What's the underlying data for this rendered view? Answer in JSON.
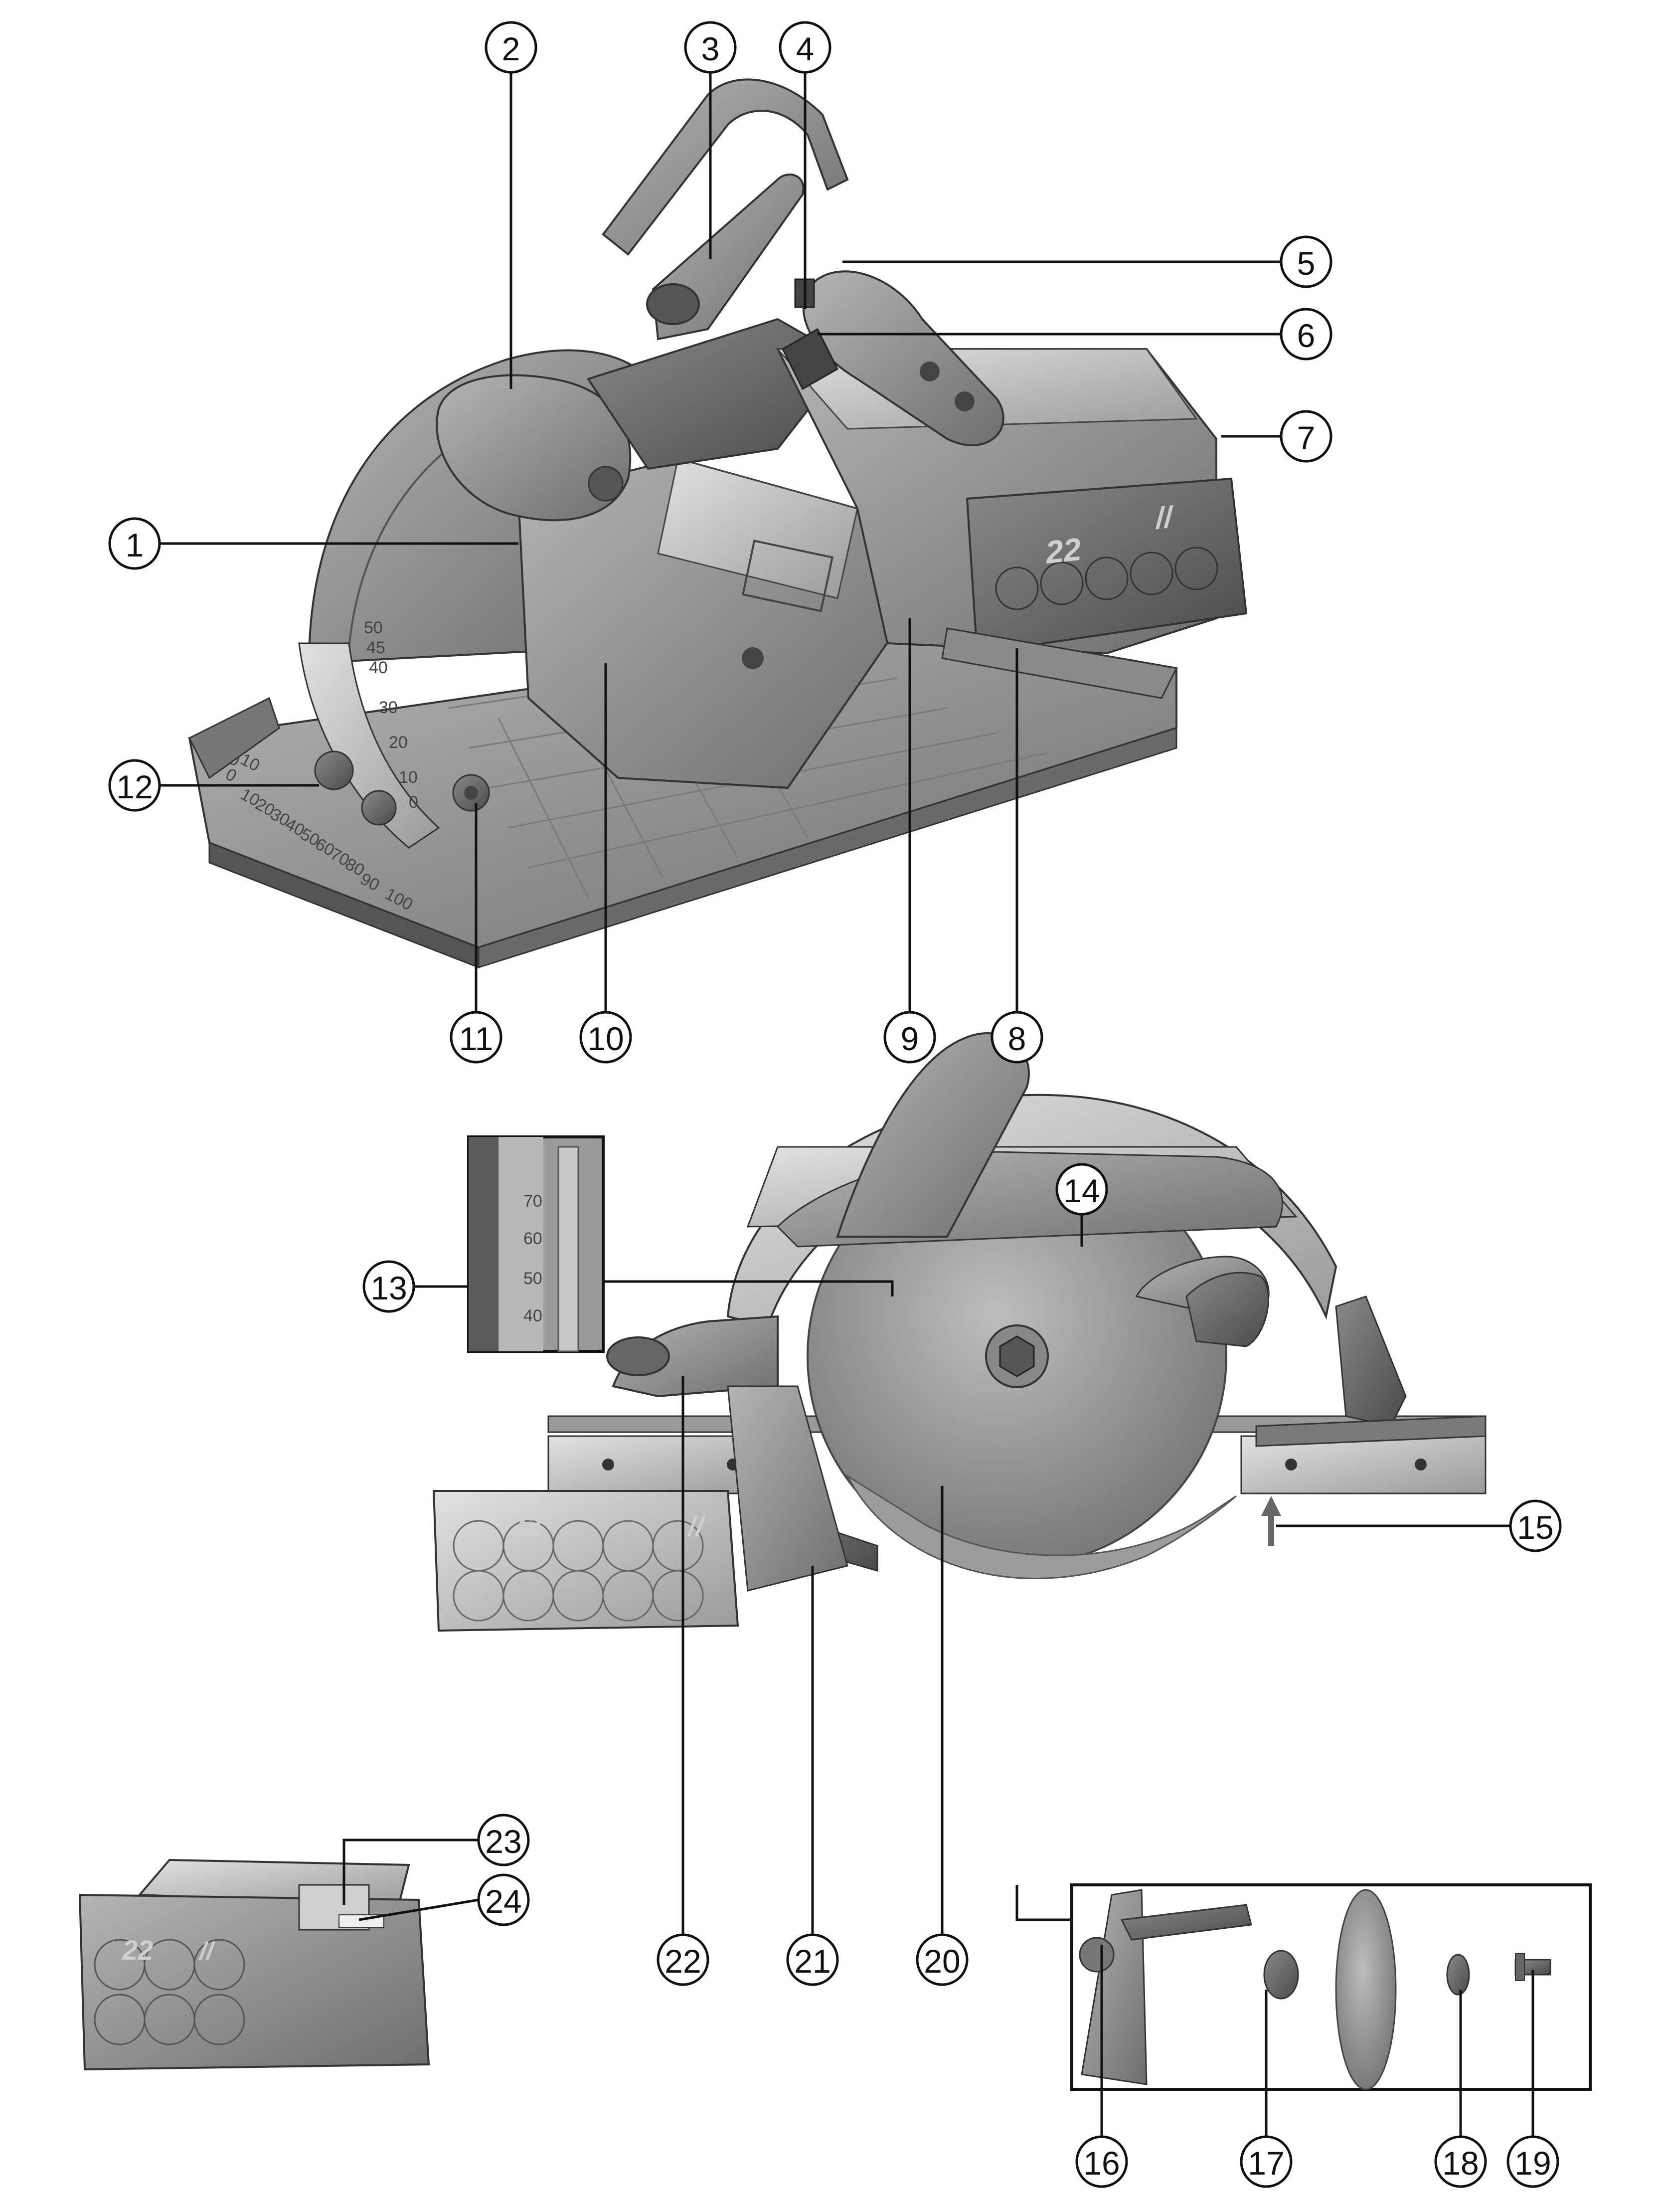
{
  "callouts": [
    "1",
    "2",
    "3",
    "4",
    "5",
    "6",
    "7",
    "8",
    "9",
    "10",
    "11",
    "12",
    "13",
    "14",
    "15",
    "16",
    "17",
    "18",
    "19",
    "20",
    "21",
    "22",
    "23",
    "24"
  ],
  "battery_label": "22",
  "battery_mark": "//",
  "bevel_scale": [
    "50",
    "45",
    "40",
    "30",
    "20",
    "10",
    "0"
  ],
  "base_scale": [
    "100",
    "90",
    "80",
    "70",
    "60",
    "50",
    "40",
    "30",
    "20",
    "10",
    "0",
    "10",
    "20"
  ],
  "depth_scale": [
    "70",
    "60",
    "50",
    "40"
  ],
  "colors": {
    "body": "#8e8e8e",
    "dark": "#5a5a5a",
    "light": "#c4c4c4",
    "line": "#111111"
  }
}
